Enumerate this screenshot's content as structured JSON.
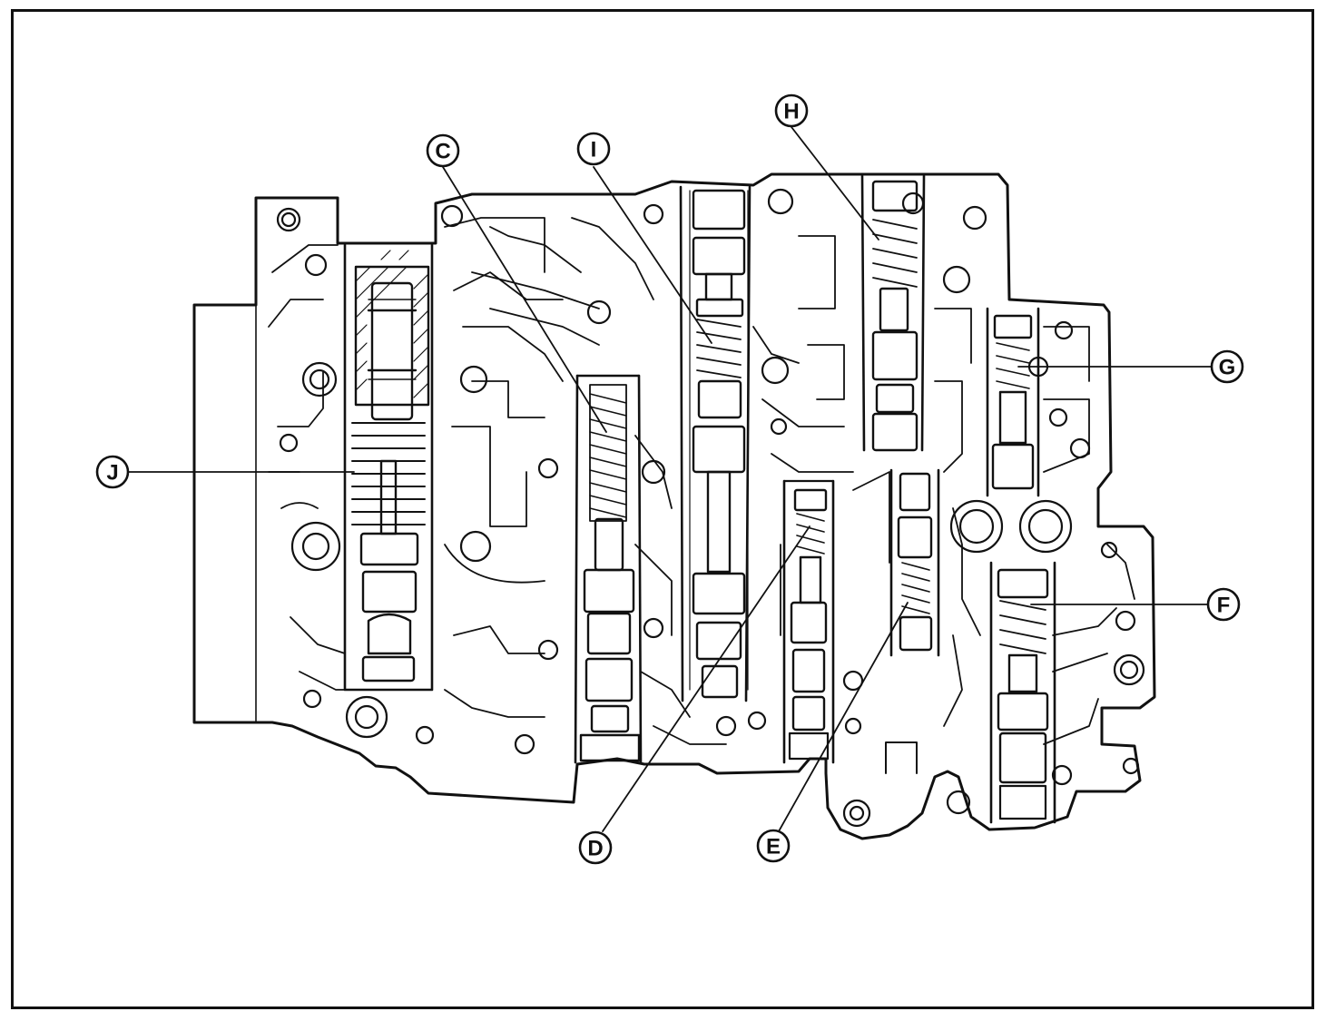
{
  "callouts": [
    {
      "id": "C",
      "text": "C"
    },
    {
      "id": "I",
      "text": "I"
    },
    {
      "id": "H",
      "text": "H"
    },
    {
      "id": "G",
      "text": "G"
    },
    {
      "id": "J",
      "text": "J"
    },
    {
      "id": "F",
      "text": "F"
    },
    {
      "id": "D",
      "text": "D"
    },
    {
      "id": "E",
      "text": "E"
    }
  ],
  "colors": {
    "ink": "#111111",
    "paper": "#ffffff"
  }
}
